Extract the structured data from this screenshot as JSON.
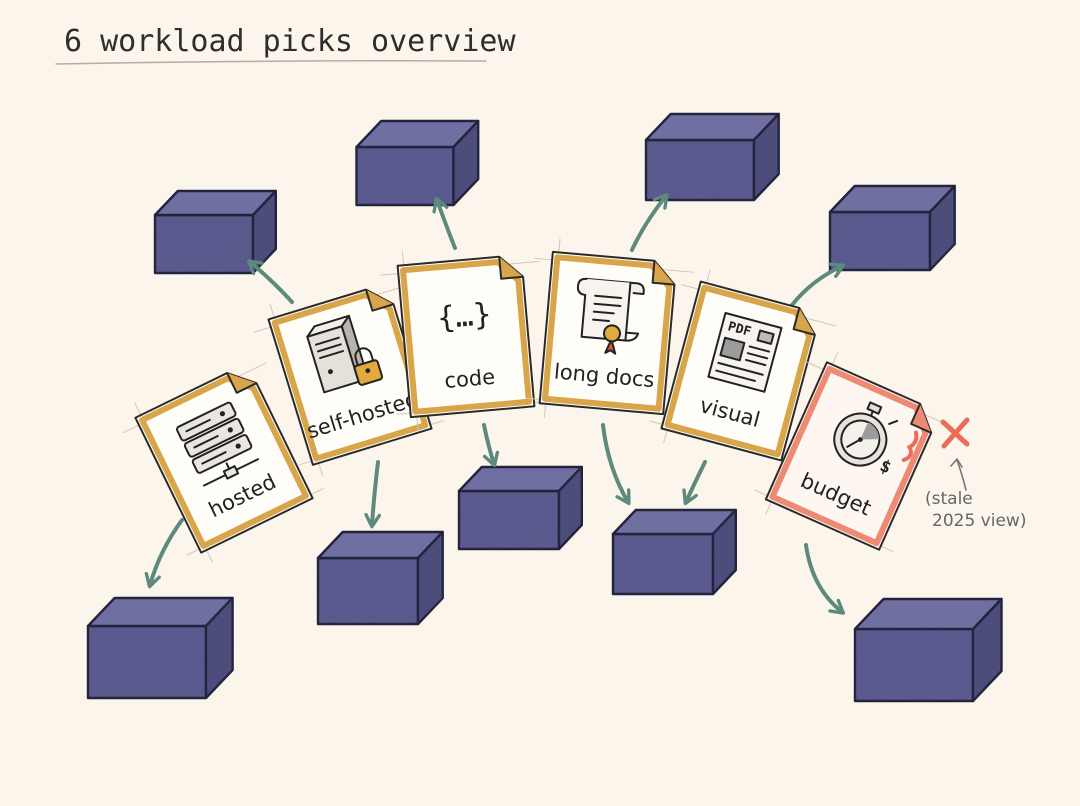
{
  "title": "6 workload picks overview",
  "cards": [
    {
      "id": "hosted",
      "label": "hosted",
      "icon": "server-rack-icon",
      "stale": false
    },
    {
      "id": "self-hosted",
      "label": "self-hosted",
      "icon": "server-lock-icon",
      "stale": false
    },
    {
      "id": "code",
      "label": "code",
      "icon": "code-braces-icon",
      "stale": false
    },
    {
      "id": "long-docs",
      "label": "long docs",
      "icon": "scroll-certificate-icon",
      "stale": false
    },
    {
      "id": "visual",
      "label": "visual",
      "icon": "pdf-document-icon",
      "stale": false
    },
    {
      "id": "budget",
      "label": "budget",
      "icon": "stopwatch-dollar-icon",
      "stale": true
    }
  ],
  "icons": {
    "code": "{…}",
    "pdf": "PDF",
    "dollar": "$"
  },
  "stale_note": {
    "line1": "(stale",
    "line2": "2025 view)"
  },
  "colors": {
    "background": "#fbf5ec",
    "box": "#5a5a8e",
    "arrow": "#5c8a7c",
    "card_border": "#d8a54a",
    "stale_border": "#ef8a72",
    "stale_mark": "#ec6c58"
  }
}
